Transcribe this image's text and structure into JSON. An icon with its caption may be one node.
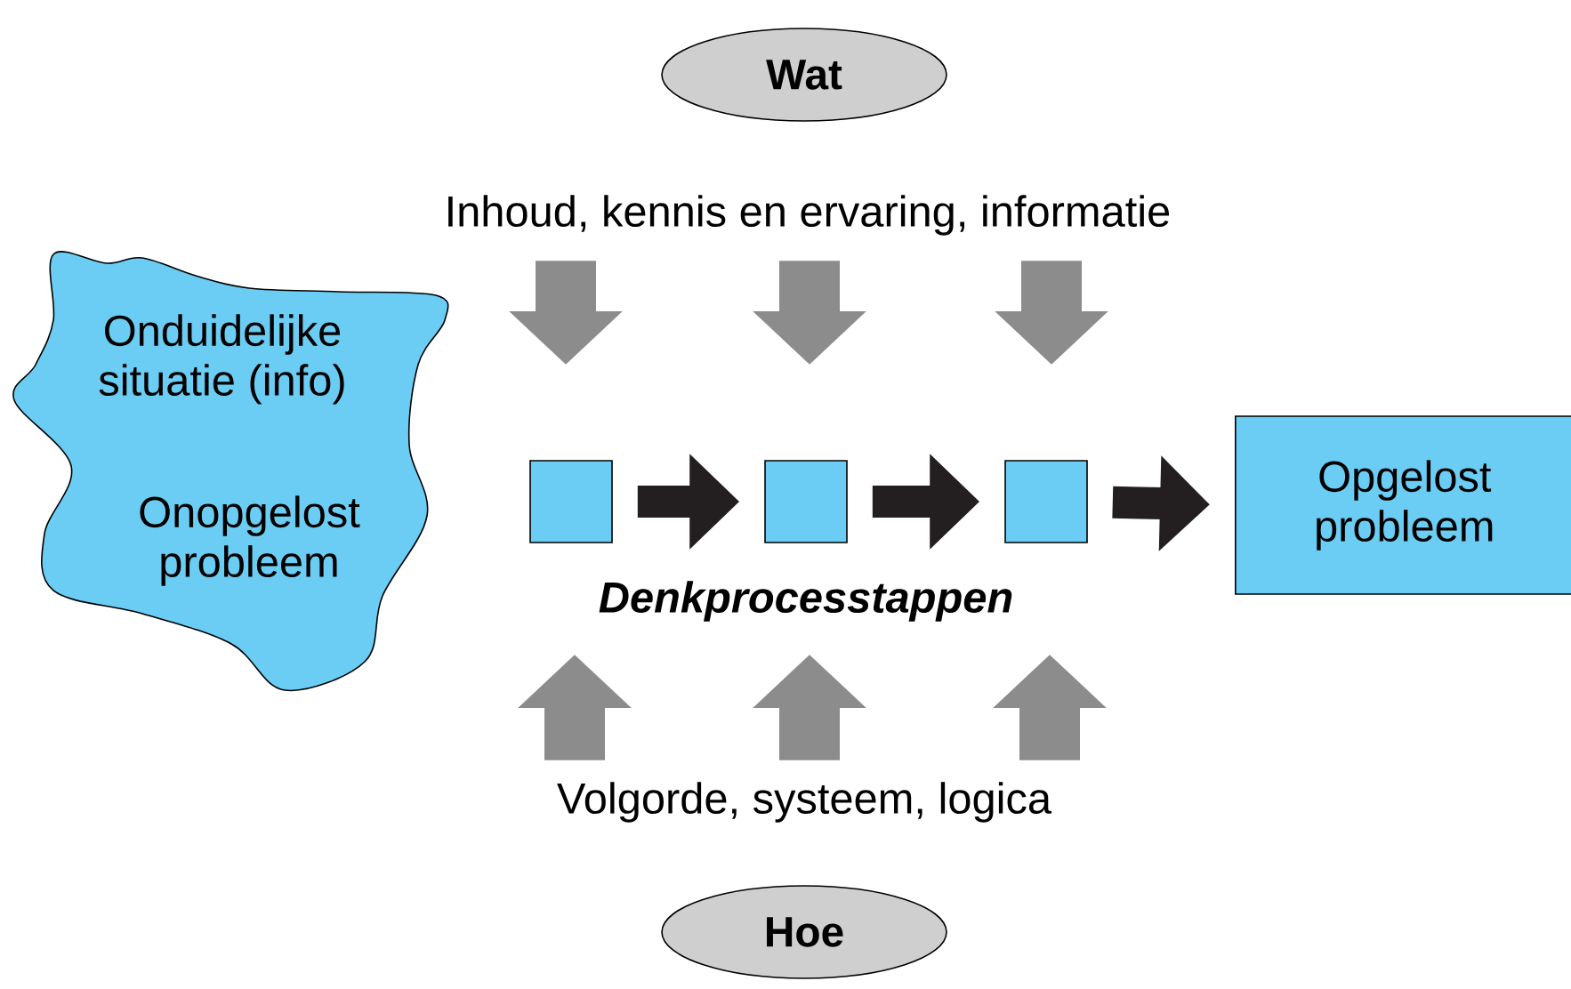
{
  "diagram": {
    "nodes": [
      {
        "text": [
          "Wat"
        ]
      },
      {
        "text": [
          "Inhoud, kennis en ervaring, informatie"
        ]
      },
      {
        "text": [
          "Onduidelijke situatie (info)",
          "Onopgelost probleem"
        ]
      },
      {
        "text": [],
        "shape": "box"
      },
      {
        "text": [],
        "shape": "box"
      },
      {
        "text": [],
        "shape": "box"
      },
      {
        "text": [
          "Opgelost probleem"
        ]
      },
      {
        "text": [
          "Volgorde, systeem, logica"
        ]
      },
      {
        "text": [
          "Hoe"
        ]
      }
    ],
    "edges": [
      {
        "from": 1,
        "to": null,
        "arrow": "to"
      },
      {
        "from": 1,
        "to": null,
        "arrow": "to"
      },
      {
        "from": 1,
        "to": null,
        "arrow": "to"
      },
      {
        "from": 3,
        "to": 4,
        "arrow": "to",
        "color": "#231f20"
      },
      {
        "from": 4,
        "to": 5,
        "arrow": "to",
        "color": "#231f20"
      },
      {
        "from": 5,
        "to": 6,
        "arrow": "to",
        "color": "#231f20"
      },
      {
        "from": 7,
        "to": null,
        "arrow": "to"
      },
      {
        "from": 7,
        "to": null,
        "arrow": "to"
      },
      {
        "from": 7,
        "to": null,
        "arrow": "to"
      }
    ],
    "labels": [
      "Denkprocesstappen"
    ]
  }
}
